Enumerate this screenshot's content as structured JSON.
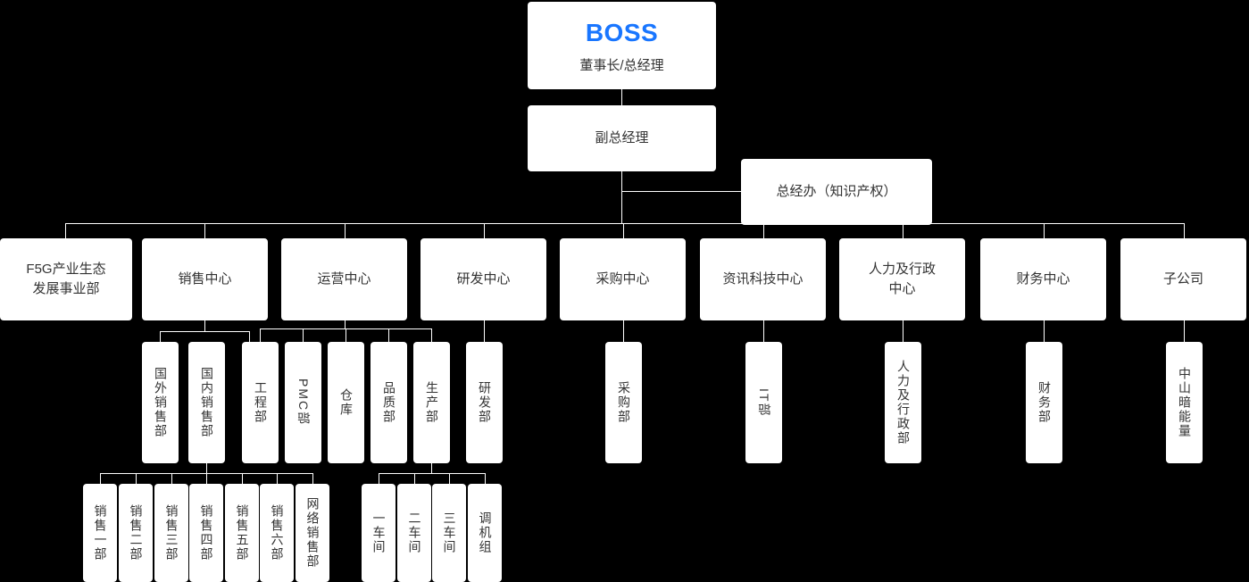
{
  "meta": {
    "background_color": "#000000",
    "node_color": "#ffffff",
    "text_color": "#333333",
    "accent_color": "#1976ff"
  },
  "level1": {
    "boss": {
      "title": "BOSS",
      "subtitle": "董事长/总经理"
    }
  },
  "level2": {
    "deputy_gm": "副总经理",
    "gm_office": "总经办（知识产权）"
  },
  "level3": [
    {
      "label": "F5G产业生态\n发展事业部",
      "line1": "F5G产业生态",
      "line2": "发展事业部"
    },
    {
      "label": "销售中心",
      "line1": "销售中心",
      "line2": ""
    },
    {
      "label": "运营中心",
      "line1": "运营中心",
      "line2": ""
    },
    {
      "label": "研发中心",
      "line1": "研发中心",
      "line2": ""
    },
    {
      "label": "采购中心",
      "line1": "采购中心",
      "line2": ""
    },
    {
      "label": "资讯科技中心",
      "line1": "资讯科技中心",
      "line2": ""
    },
    {
      "label": "人力及行政\n中心",
      "line1": "人力及行政",
      "line2": "中心"
    },
    {
      "label": "财务中心",
      "line1": "财务中心",
      "line2": ""
    },
    {
      "label": "子公司",
      "line1": "子公司",
      "line2": ""
    }
  ],
  "level4": [
    {
      "label": "国外销售部",
      "parent": "销售中心"
    },
    {
      "label": "国内销售部",
      "parent": "销售中心"
    },
    {
      "label": "工程部",
      "parent": "运营中心"
    },
    {
      "label": "PMC部",
      "parent": "运营中心"
    },
    {
      "label": "仓库",
      "parent": "运营中心"
    },
    {
      "label": "品质部",
      "parent": "运营中心"
    },
    {
      "label": "生产部",
      "parent": "运营中心"
    },
    {
      "label": "研发部",
      "parent": "研发中心"
    },
    {
      "label": "采购部",
      "parent": "采购中心"
    },
    {
      "label": "IT部",
      "parent": "资讯科技中心"
    },
    {
      "label": "人力及行政部",
      "parent": "人力及行政中心"
    },
    {
      "label": "财务部",
      "parent": "财务中心"
    },
    {
      "label": "中山暗能量",
      "parent": "子公司"
    }
  ],
  "level5": [
    {
      "label": "销售一部",
      "parent": "国内销售部"
    },
    {
      "label": "销售二部",
      "parent": "国内销售部"
    },
    {
      "label": "销售三部",
      "parent": "国内销售部"
    },
    {
      "label": "销售四部",
      "parent": "国内销售部"
    },
    {
      "label": "销售五部",
      "parent": "国内销售部"
    },
    {
      "label": "销售六部",
      "parent": "国内销售部"
    },
    {
      "label": "网络销售部",
      "parent": "国内销售部"
    },
    {
      "label": "一车间",
      "parent": "生产部"
    },
    {
      "label": "二车间",
      "parent": "生产部"
    },
    {
      "label": "三车间",
      "parent": "生产部"
    },
    {
      "label": "调机组",
      "parent": "生产部"
    }
  ]
}
